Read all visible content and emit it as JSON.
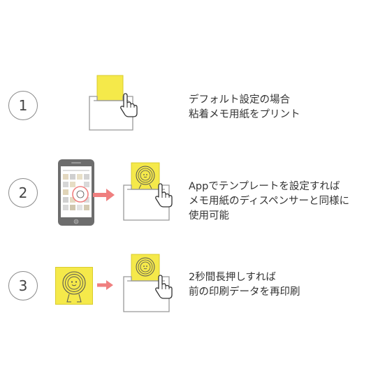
{
  "steps": [
    {
      "number": "1",
      "lines": [
        "デフォルト設定の場合",
        "粘着メモ用紙をプリント"
      ]
    },
    {
      "number": "2",
      "lines": [
        "Appでテンプレートを設定すれば",
        "メモ用紙のディスペンサーと同様に",
        "使用可能"
      ]
    },
    {
      "number": "3",
      "lines": [
        "2秒間長押しすれば",
        "前の印刷データを再印刷"
      ]
    }
  ],
  "colors": {
    "paper": "#f5e94a",
    "arrow": "#ef7f7f",
    "outline": "#999999",
    "phone": "#6d6d6d"
  },
  "icons": [
    "printer-icon",
    "hand-pointer-icon",
    "smartphone-icon",
    "arrow-right-icon",
    "memo-design-icon"
  ]
}
